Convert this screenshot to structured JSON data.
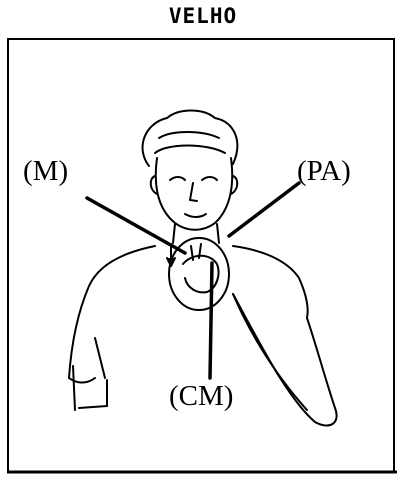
{
  "title": "VELHO",
  "labels": {
    "movement": "(M)",
    "articulation_point": "(PA)",
    "hand_configuration": "(CM)"
  },
  "colors": {
    "ink": "#000000",
    "background": "#ffffff"
  }
}
